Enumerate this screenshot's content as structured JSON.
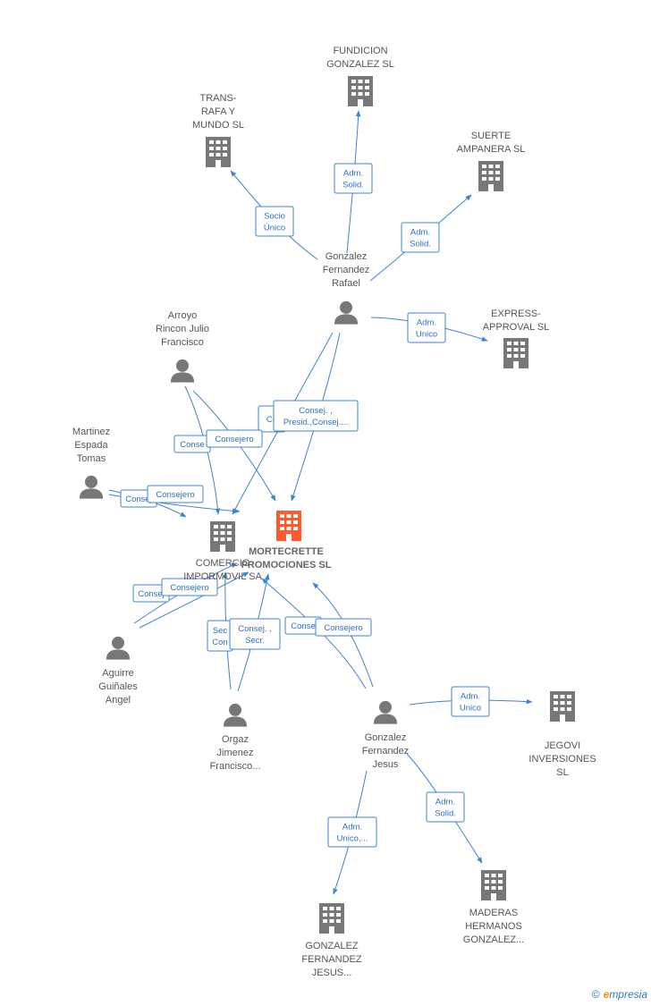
{
  "brand": {
    "copyright": "©",
    "initial": "e",
    "name": "mpresia"
  },
  "colors": {
    "edge": "#3b82d9",
    "icon": "#777777",
    "main_icon": "#ff5a2c"
  },
  "main": {
    "lines": [
      "MORTECRETTE",
      "PROMOCIONES SL"
    ]
  },
  "companies": [
    {
      "id": "fundicion",
      "lines": [
        "FUNDICION",
        "GONZALEZ SL"
      ]
    },
    {
      "id": "trans",
      "lines": [
        "TRANS-",
        "RAFA Y",
        "MUNDO  SL"
      ]
    },
    {
      "id": "suerte",
      "lines": [
        "SUERTE",
        "AMPANERA  SL"
      ]
    },
    {
      "id": "express",
      "lines": [
        "EXPRESS-",
        "APPROVAL SL"
      ]
    },
    {
      "id": "comercio",
      "lines": [
        "COMERCIO",
        "IMPORMOVIL SA"
      ]
    },
    {
      "id": "jegovi",
      "lines": [
        "JEGOVI",
        "INVERSIONES",
        "SL"
      ]
    },
    {
      "id": "maderas",
      "lines": [
        "MADERAS",
        "HERMANOS",
        "GONZALEZ..."
      ]
    },
    {
      "id": "gfjesus",
      "lines": [
        "GONZALEZ",
        "FERNANDEZ",
        "JESUS..."
      ]
    }
  ],
  "persons": [
    {
      "id": "rafael",
      "lines": [
        "Gonzalez",
        "Fernandez",
        "Rafael"
      ]
    },
    {
      "id": "arroyo",
      "lines": [
        "Arroyo",
        "Rincon Julio",
        "Francisco"
      ]
    },
    {
      "id": "martinez",
      "lines": [
        "Martinez",
        "Espada",
        "Tomas"
      ]
    },
    {
      "id": "aguirre",
      "lines": [
        "Aguirre",
        "Guiñales",
        "Angel"
      ]
    },
    {
      "id": "orgaz",
      "lines": [
        "Orgaz",
        "Jimenez",
        "Francisco..."
      ]
    },
    {
      "id": "jesus",
      "lines": [
        "Gonzalez",
        "Fernandez",
        "Jesus"
      ]
    }
  ],
  "relations": [
    {
      "id": "r1",
      "lines": [
        "Adm.",
        "Solid."
      ]
    },
    {
      "id": "r2",
      "lines": [
        "Socio",
        "Único"
      ]
    },
    {
      "id": "r3",
      "lines": [
        "Adm.",
        "Solid."
      ]
    },
    {
      "id": "r4",
      "lines": [
        "Adm.",
        "Unico"
      ]
    },
    {
      "id": "r5",
      "lines": [
        "Co"
      ]
    },
    {
      "id": "r6",
      "lines": [
        "Consej. ,",
        "Presid.,Consej...."
      ]
    },
    {
      "id": "r7",
      "lines": [
        "Conse"
      ]
    },
    {
      "id": "r8",
      "lines": [
        "Consejero"
      ]
    },
    {
      "id": "r9",
      "lines": [
        "Consej"
      ]
    },
    {
      "id": "r10",
      "lines": [
        "Consejero"
      ]
    },
    {
      "id": "r11",
      "lines": [
        "Consej"
      ]
    },
    {
      "id": "r12",
      "lines": [
        "Consejero"
      ]
    },
    {
      "id": "r13",
      "lines": [
        "Sec",
        "Con"
      ]
    },
    {
      "id": "r14",
      "lines": [
        "Consej. ,",
        "Secr."
      ]
    },
    {
      "id": "r15",
      "lines": [
        "Conse"
      ]
    },
    {
      "id": "r16",
      "lines": [
        "Consejero"
      ]
    },
    {
      "id": "r17",
      "lines": [
        "Adm.",
        "Unico"
      ]
    },
    {
      "id": "r18",
      "lines": [
        "Adm.",
        "Solid."
      ]
    },
    {
      "id": "r19",
      "lines": [
        "Adm.",
        "Unico,..."
      ]
    }
  ]
}
